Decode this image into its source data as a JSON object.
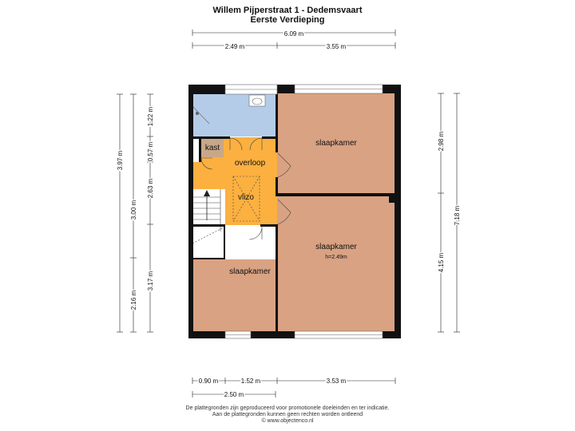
{
  "header": {
    "title": "Willem Pijperstraat 1 - Dedemsvaart",
    "subtitle": "Eerste Verdieping"
  },
  "colors": {
    "bedroom": "#d9a283",
    "landing": "#fbb040",
    "bathroom": "#b4cce8",
    "kast": "#c8a789",
    "wall": "#111111",
    "stairs": "#ffffff"
  },
  "rooms": {
    "bedroom_top": "slaapkamer",
    "bedroom_mid": "slaapkamer",
    "bedroom_mid_height": "h=2.49m",
    "bedroom_low": "slaapkamer",
    "landing": "overloop",
    "hatch": "vlizo",
    "closet": "kast"
  },
  "dimensions": {
    "top_total": "6.09 m",
    "top_left": "2.49 m",
    "top_right": "3.55 m",
    "bottom_a": "0.90 m",
    "bottom_b": "1.52 m",
    "bottom_c": "3.53 m",
    "bottom_total": "2.50 m",
    "left_outer_total": "3.97 m",
    "left_outer_mid": "3.00 m",
    "left_outer_low": "2.16 m",
    "left_inner_a": "1.22 m",
    "left_inner_b": "0.57 m",
    "left_inner_c": "2.63 m",
    "left_inner_d": "3.17 m",
    "right_inner_top": "2.98 m",
    "right_inner_low": "4.15 m",
    "right_outer_total": "7.18 m"
  },
  "footer": {
    "line1": "De plattegronden zijn geproduceerd voor promotionele doeleinden en ter indicatie.",
    "line2": "Aan de plattegronden kunnen geen rechten worden ontleend",
    "line3": "© www.objectenco.nl"
  }
}
